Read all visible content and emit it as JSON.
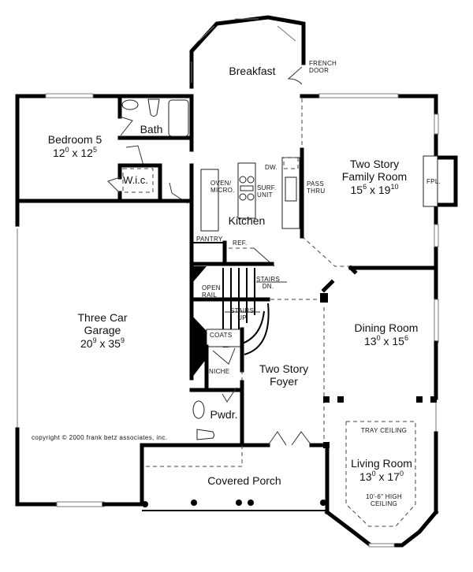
{
  "plan": {
    "rooms": [
      {
        "id": "breakfast",
        "name": "Breakfast"
      },
      {
        "id": "bedroom5",
        "name": "Bedroom 5",
        "dim": {
          "w": "12",
          "w_in": "0",
          "d": "12",
          "d_in": "5"
        }
      },
      {
        "id": "bath",
        "name": "Bath"
      },
      {
        "id": "wic",
        "name": "W.i.c."
      },
      {
        "id": "kitchen",
        "name": "Kitchen"
      },
      {
        "id": "family",
        "name_line1": "Two Story",
        "name_line2": "Family Room",
        "dim": {
          "w": "15",
          "w_in": "6",
          "d": "19",
          "d_in": "10"
        }
      },
      {
        "id": "garage",
        "name_line1": "Three Car",
        "name_line2": "Garage",
        "dim": {
          "w": "20",
          "w_in": "9",
          "d": "35",
          "d_in": "9"
        }
      },
      {
        "id": "dining",
        "name": "Dining Room",
        "dim": {
          "w": "13",
          "w_in": "0",
          "d": "15",
          "d_in": "6"
        }
      },
      {
        "id": "foyer",
        "name_line1": "Two Story",
        "name_line2": "Foyer"
      },
      {
        "id": "pwdr",
        "name": "Pwdr."
      },
      {
        "id": "living",
        "name": "Living Room",
        "dim": {
          "w": "13",
          "w_in": "0",
          "d": "17",
          "d_in": "0"
        }
      },
      {
        "id": "porch",
        "name": "Covered Porch"
      }
    ],
    "annotations": {
      "french_door_line1": "FRENCH",
      "french_door_line2": "DOOR",
      "dw": "DW.",
      "oven_line1": "OVEN/",
      "oven_line2": "MICRO.",
      "surf_line1": "SURF.",
      "surf_line2": "UNIT",
      "pass_line1": "PASS",
      "pass_line2": "THRU",
      "fpl": "FPL.",
      "pantry": "PANTRY",
      "ref": "REF.",
      "stairs_dn_line1": "STAIRS",
      "stairs_dn_line2": "DN.",
      "open_rail_line1": "OPEN",
      "open_rail_line2": "RAIL",
      "stairs_up_line1": "STAIRS",
      "stairs_up_line2": "UP",
      "coats": "COATS",
      "niche": "NICHE",
      "tray_ceiling": "TRAY CEILING",
      "high_ceiling_line1": "10'-6\" HIGH",
      "high_ceiling_line2": "CEILING"
    },
    "copyright": "copyright © 2000 frank betz associates, inc.",
    "dimension_separator": "x",
    "colors": {
      "wall": "#000000",
      "background": "#ffffff",
      "window": "#777777"
    }
  }
}
